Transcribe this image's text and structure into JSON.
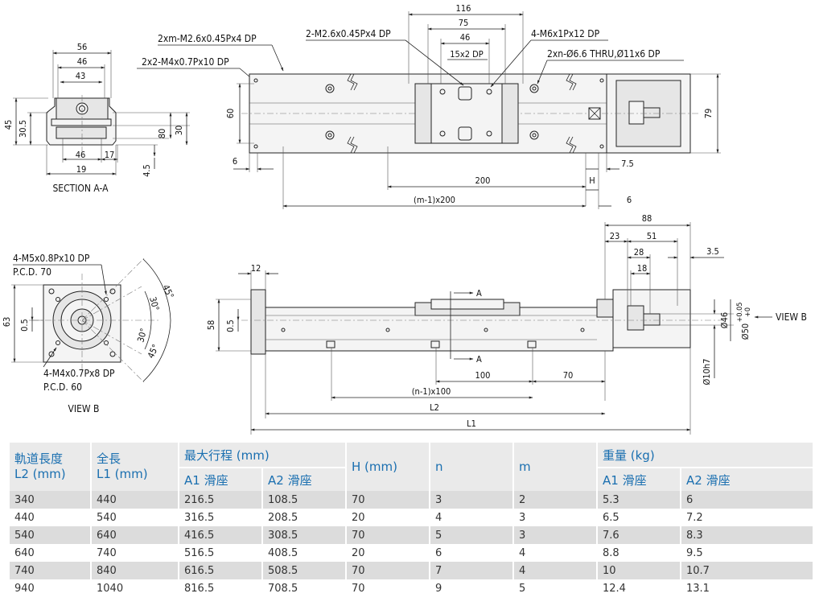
{
  "drawing": {
    "section_aa": {
      "dims": [
        "56",
        "46",
        "43",
        "45",
        "30.5",
        "46",
        "17",
        "80",
        "19",
        "30",
        "4.5"
      ],
      "caption": "SECTION A-A",
      "notes": [
        "2x2-M4x0.7Px10 DP"
      ]
    },
    "top_view": {
      "notes": [
        "2xm-M2.6x0.45Px4 DP",
        "2-M2.6x0.45Px4 DP",
        "4-M6x1Px12 DP",
        "2xn-Ø6.6 THRU,Ø11x6 DP"
      ],
      "dims": [
        "116",
        "75",
        "46",
        "15x2 DP",
        "60",
        "79",
        "6",
        "200",
        "H",
        "7.5",
        "(m-1)x200",
        "6"
      ]
    },
    "view_b": {
      "notes": [
        "4-M5x0.8Px10 DP",
        "P.C.D. 70",
        "4-M4x0.7Px8 DP",
        "P.C.D. 60"
      ],
      "dims": [
        "63",
        "0.5",
        "45°",
        "30°",
        "30°",
        "45°"
      ],
      "caption": "VIEW B"
    },
    "side_view": {
      "dims": [
        "88",
        "23",
        "51",
        "28",
        "3.5",
        "18",
        "12",
        "58",
        "0.5",
        "A",
        "A",
        "100",
        "70",
        "(n-1)x100",
        "L2",
        "L1"
      ],
      "diameters": [
        "Ø46",
        "Ø50",
        "+0.05",
        "+0",
        "Ø10h7"
      ],
      "view_label": "VIEW B"
    }
  },
  "table": {
    "headers": {
      "rail_length": [
        "軌道長度",
        "L2 (mm)"
      ],
      "total_length": [
        "全長",
        "L1 (mm)"
      ],
      "max_stroke": "最大行程 (mm)",
      "stroke_a1": "A1 滑座",
      "stroke_a2": "A2 滑座",
      "h": "H (mm)",
      "n": "n",
      "m": "m",
      "weight": "重量 (kg)",
      "weight_a1": "A1 滑座",
      "weight_a2": "A2 滑座"
    },
    "rows": [
      [
        "340",
        "440",
        "216.5",
        "108.5",
        "70",
        "3",
        "2",
        "5.3",
        "6"
      ],
      [
        "440",
        "540",
        "316.5",
        "208.5",
        "20",
        "4",
        "3",
        "6.5",
        "7.2"
      ],
      [
        "540",
        "640",
        "416.5",
        "308.5",
        "70",
        "5",
        "3",
        "7.6",
        "8.3"
      ],
      [
        "640",
        "740",
        "516.5",
        "408.5",
        "20",
        "6",
        "4",
        "8.8",
        "9.5"
      ],
      [
        "740",
        "840",
        "616.5",
        "508.5",
        "70",
        "7",
        "4",
        "10",
        "10.7"
      ],
      [
        "940",
        "1040",
        "816.5",
        "708.5",
        "70",
        "9",
        "5",
        "12.4",
        "13.1"
      ]
    ]
  }
}
